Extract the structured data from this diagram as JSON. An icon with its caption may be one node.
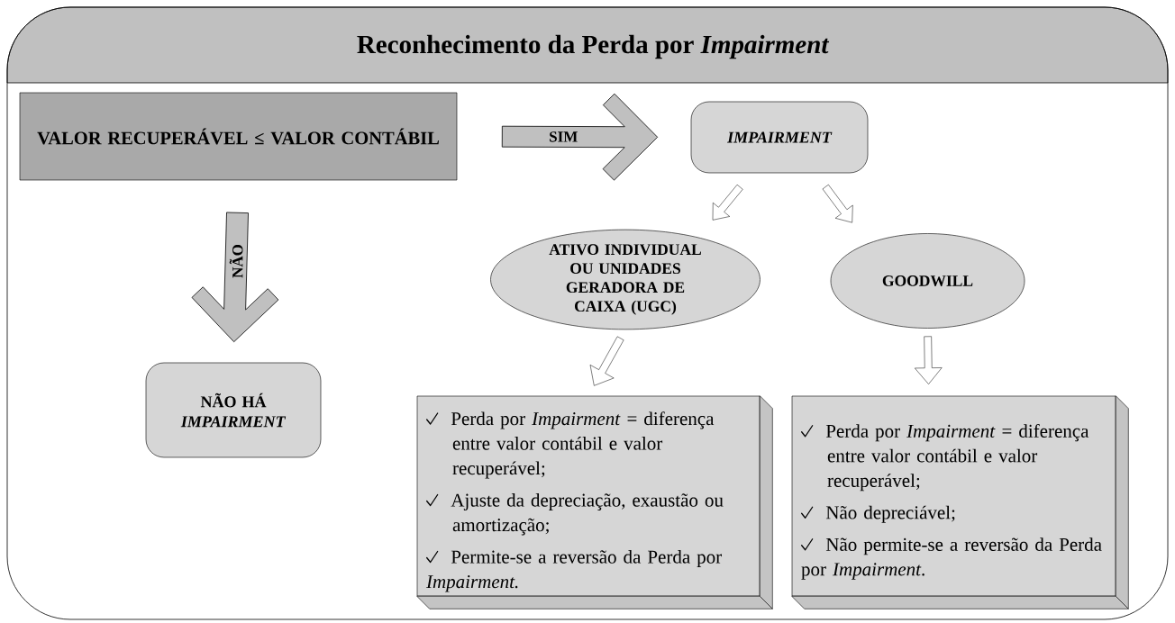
{
  "diagram": {
    "title": "Reconhecimento da Perda por *Impairment*",
    "nodes": [
      {
        "text": [
          "VALOR RECUPERÁVEL ≤ VALOR CONTÁBIL"
        ]
      },
      {
        "text": [
          "IMPAIRMENT"
        ]
      },
      {
        "text": [
          "NÃO HÁ *IMPAIRMENT*"
        ]
      },
      {
        "text": [
          "ATIVO INDIVIDUAL OU UNIDADES GERADORA DE CAIXA (UGC)"
        ]
      },
      {
        "text": [
          "GOODWILL"
        ]
      },
      {
        "text": [
          "Perda por *Impairment* = diferença entre valor contábil e valor recuperável;",
          "Ajuste da depreciação, exaustão ou amortização;",
          "Permite-se a reversão da Perda por *Impairment.*"
        ]
      },
      {
        "text": [
          "Perda por *Impairment* = diferença entre valor contábil e valor recuperável;",
          "Não depreciável;",
          "Não permite-se a reversão da Perda por *Impairment*."
        ]
      }
    ],
    "edges": [
      {
        "from": 0,
        "to": 1,
        "arrow": "to",
        "label": "SIM",
        "style": "thick",
        "color": "#c0c0c0"
      },
      {
        "from": 0,
        "to": 2,
        "arrow": "to",
        "label": "NÃO",
        "style": "thick",
        "color": "#c0c0c0"
      },
      {
        "from": 1,
        "to": 3,
        "arrow": "to"
      },
      {
        "from": 1,
        "to": 4,
        "arrow": "to"
      },
      {
        "from": 3,
        "to": 5,
        "arrow": "to"
      },
      {
        "from": 4,
        "to": 6,
        "arrow": "to"
      }
    ]
  }
}
